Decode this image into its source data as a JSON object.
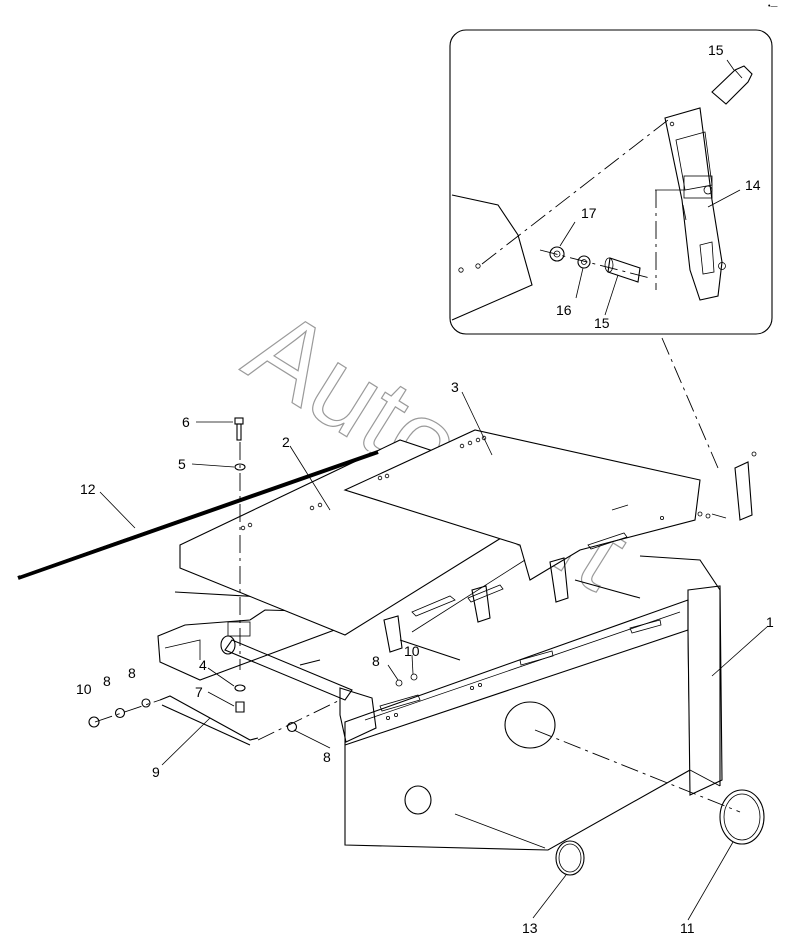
{
  "watermark": "AutoSoft",
  "corner_mark": "•—",
  "callouts": {
    "c1": "1",
    "c2": "2",
    "c3": "3",
    "c4": "4",
    "c5": "5",
    "c6": "6",
    "c7": "7",
    "c8a": "8",
    "c8b": "8",
    "c8c": "8",
    "c8d": "8",
    "c9": "9",
    "c10a": "10",
    "c10b": "10",
    "c11": "11",
    "c12": "12",
    "c13": "13",
    "c14": "14",
    "c15a": "15",
    "c15b": "15",
    "c16": "16",
    "c17": "17"
  }
}
